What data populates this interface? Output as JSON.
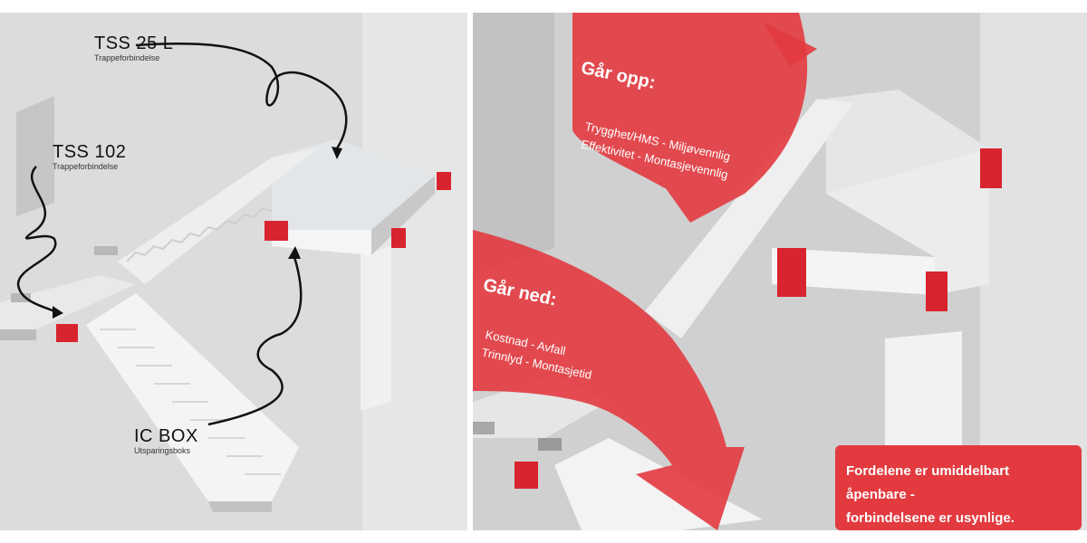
{
  "left_panel": {
    "labels": [
      {
        "title": "TSS 25 L",
        "subtitle": "Trappeforbindelse"
      },
      {
        "title": "TSS 102",
        "subtitle": "Trappeforbindelse"
      },
      {
        "title": "IC BOX",
        "subtitle": "Utsparingsboks"
      }
    ]
  },
  "right_panel": {
    "up": {
      "heading": "Går opp:",
      "lines": [
        "Trygghet/HMS - Miljøvennlig",
        "Effektivitet - Montasjevennlig"
      ]
    },
    "down": {
      "heading": "Går ned:",
      "lines": [
        "Kostnad - Avfall",
        "Trinnlyd - Montasjetid"
      ]
    },
    "banner": {
      "lines": [
        "Fordelene er umiddelbart åpenbare -",
        "forbindelsene er usynlige."
      ]
    }
  },
  "colors": {
    "accent": "#e23a3f",
    "connector": "#d8242e",
    "wall": "#d8d8d8",
    "stair": "#f2f2f2"
  }
}
